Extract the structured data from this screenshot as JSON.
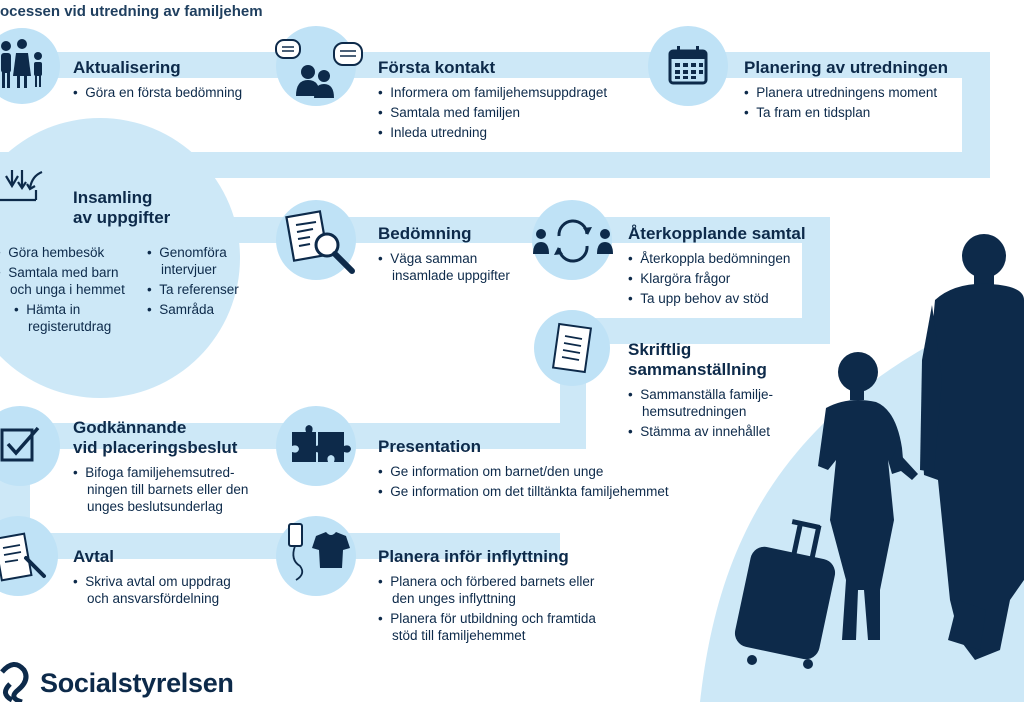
{
  "title": "ocessen vid utredning av familjehem",
  "colors": {
    "track": "#cde8f7",
    "circle": "#bfe2f6",
    "dark": "#0d2a4a"
  },
  "steps": {
    "aktualisering": {
      "title": "Aktualisering",
      "items": [
        "Göra en första bedömning"
      ],
      "icon": "family-icon"
    },
    "forsta_kontakt": {
      "title": "Första kontakt",
      "items": [
        "Informera om familjehemsuppdraget",
        "Samtala med familjen",
        "Inleda utredning"
      ],
      "icon": "conversation-icon"
    },
    "planering": {
      "title": "Planering av utredningen",
      "items": [
        "Planera utredningens moment",
        "Ta fram en tidsplan"
      ],
      "icon": "calendar-icon"
    },
    "insamling": {
      "title_line1": "Insamling",
      "title_line2": "av uppgifter",
      "items_left": [
        "Göra hembesök",
        "Samtala med barn och unga i hemmet",
        "Hämta in registerutdrag"
      ],
      "items_right": [
        "Genomföra intervjuer",
        "Ta referenser",
        "Samråda"
      ],
      "icon": "inbox-icon"
    },
    "bedomning": {
      "title": "Bedömning",
      "items": [
        "Väga samman insamlade uppgifter"
      ],
      "icon": "document-magnifier-icon"
    },
    "aterkopplande": {
      "title": "Återkopplande samtal",
      "items": [
        "Återkoppla bedömningen",
        "Klargöra frågor",
        "Ta upp behov av stöd"
      ],
      "icon": "feedback-cycle-icon"
    },
    "skriftlig": {
      "title": "Skriftlig sammanställning",
      "items": [
        "Sammanställa familje-hemsutredningen",
        "Stämma av innehållet"
      ],
      "icon": "checklist-document-icon"
    },
    "godkannande": {
      "title_line1": "Godkännande",
      "title_line2": "vid placeringsbeslut",
      "items": [
        "Bifoga familjehemsutred-ningen till barnets eller den unges beslutsunderlag"
      ],
      "icon": "checkbox-icon"
    },
    "presentation": {
      "title": "Presentation",
      "items": [
        "Ge information om barnet/den unge",
        "Ge information om det tilltänkta familjehemmet"
      ],
      "icon": "puzzle-icon"
    },
    "avtal": {
      "title": "Avtal",
      "items": [
        "Skriva avtal om uppdrag och ansvarsfördelning"
      ],
      "icon": "contract-icon"
    },
    "planera_inflyttning": {
      "title": "Planera inför inflyttning",
      "items": [
        "Planera och förbered barnets eller den unges inflyttning",
        "Planera för utbildning och framtida stöd till familjehemmet"
      ],
      "icon": "phone-and-shirt-icon"
    }
  },
  "logo": {
    "text": "Socialstyrelsen"
  }
}
